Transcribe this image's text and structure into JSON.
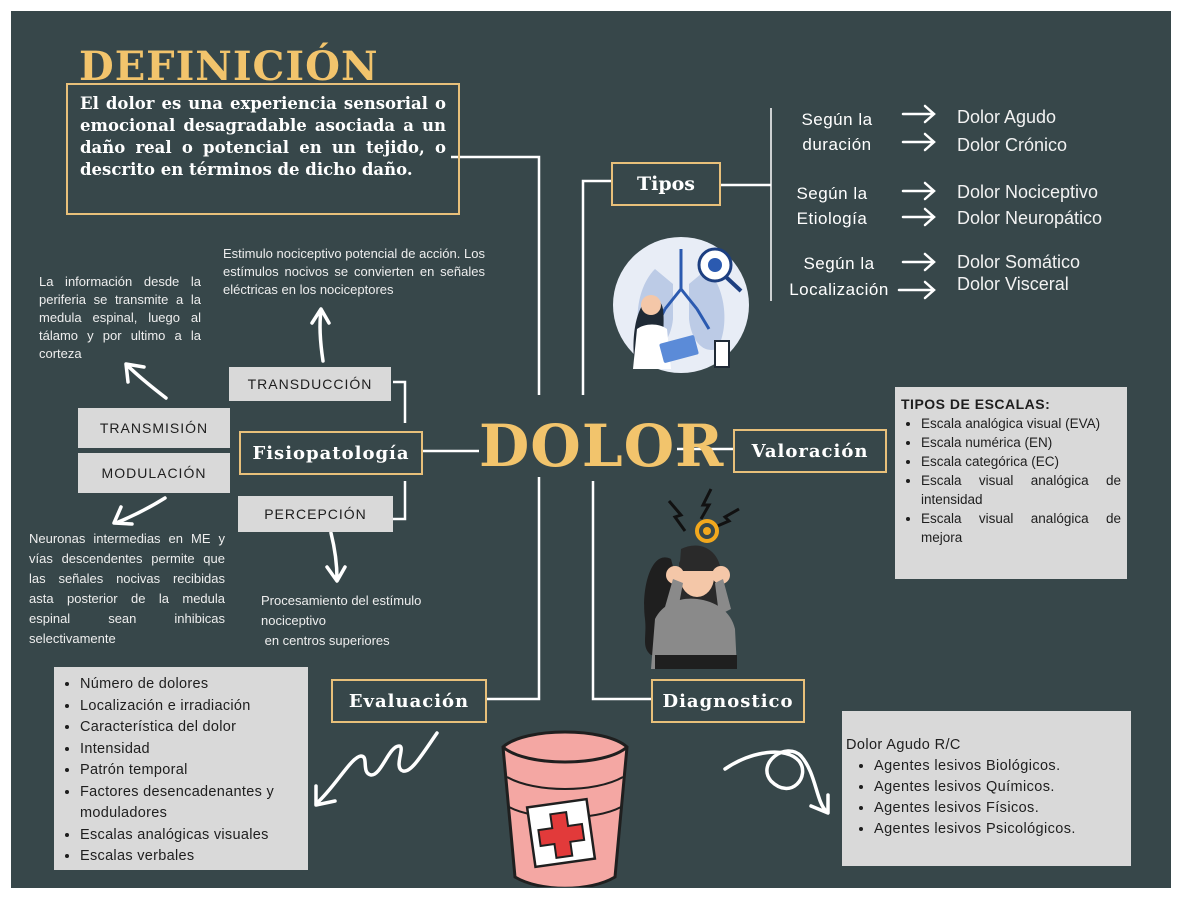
{
  "definicion": {
    "title": "DEFINICIÓN",
    "text": "El dolor es una experiencia sensorial o emocional desagradable asociada a un daño real o potencial en un tejido, o descrito en términos de dicho daño."
  },
  "center": "DOLOR",
  "tipos": {
    "title": "Tipos",
    "groups": [
      {
        "label": [
          "Según la",
          "duración"
        ],
        "items": [
          "Dolor Agudo",
          "Dolor Crónico"
        ]
      },
      {
        "label": [
          "Según la",
          "Etiología"
        ],
        "items": [
          "Dolor Nociceptivo",
          "Dolor Neuropático"
        ]
      },
      {
        "label": [
          "Según la",
          "Localización"
        ],
        "items": [
          "Dolor Somático",
          "Dolor Visceral"
        ]
      }
    ]
  },
  "fisiopatologia": {
    "title": "Fisiopatología",
    "transduccion": "TRANSDUCCIÓN",
    "transmision": "TRANSMISIÓN",
    "modulacion": "MODULACIÓN",
    "percepcion": "PERCEPCIÓN",
    "transduccion_note": "Estimulo nociceptivo potencial de acción. Los estímulos nocivos se convierten en señales eléctricas en los nociceptores",
    "transmision_note": "La información desde la periferia se transmite a la medula espinal, luego al tálamo y por ultimo a la corteza",
    "modulacion_note": "Neuronas intermedias en ME y vías descendentes permite que las señales nocivas recibidas asta posterior de la medula espinal sean inhibicas selectivamente",
    "percepcion_note": [
      "Procesamiento del estímulo nociceptivo",
      " en centros superiores"
    ]
  },
  "valoracion": {
    "title": "Valoración",
    "scales_title": "TIPOS DE ESCALAS:",
    "scales": [
      "Escala analógica visual (EVA)",
      "Escala numérica (EN)",
      "Escala categórica (EC)",
      "Escala visual analógica de intensidad",
      "Escala visual analógica de mejora"
    ]
  },
  "evaluacion": {
    "title": "Evaluación",
    "items": [
      "Número de dolores",
      "Localización e irradiación",
      "Característica del dolor",
      "Intensidad",
      "Patrón temporal",
      "Factores desencadenantes y moduladores",
      "Escalas analógicas visuales",
      "Escalas verbales"
    ]
  },
  "diagnostico": {
    "title": "Diagnostico",
    "heading": "Dolor Agudo R/C",
    "items": [
      "Agentes lesivos Biológicos.",
      "Agentes lesivos Químicos.",
      "Agentes lesivos Físicos.",
      "Agentes lesivos Psicológicos."
    ]
  },
  "colors": {
    "background": "#37474a",
    "gold": "#f2c46c",
    "box": "#d9d9d9"
  },
  "icons": [
    "lungs-doctor-illustration",
    "headache-woman-illustration",
    "bandage-first-aid-illustration"
  ]
}
